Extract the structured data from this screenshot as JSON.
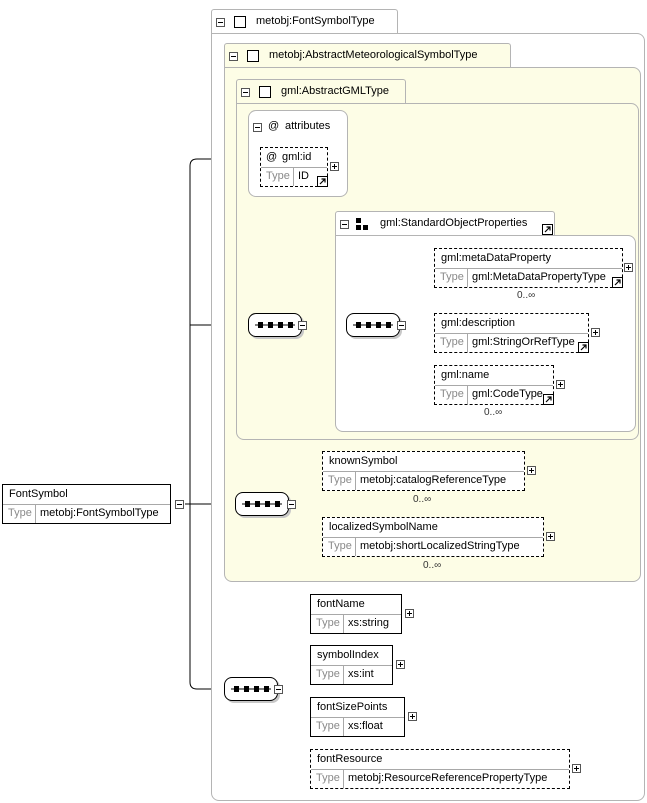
{
  "containers": {
    "font_symbol_type": {
      "title": "metobj:FontSymbolType"
    },
    "abstract_met_type": {
      "title": "metobj:AbstractMeteorologicalSymbolType"
    },
    "abstract_gml_type": {
      "title": "gml:AbstractGMLType"
    },
    "attributes": {
      "title": "attributes",
      "at_symbol": "@"
    },
    "standard_object_properties": {
      "title": "gml:StandardObjectProperties"
    }
  },
  "type_label": "Type",
  "root": {
    "name": "FontSymbol",
    "type": "metobj:FontSymbolType"
  },
  "attribute_gml_id": {
    "at_symbol": "@",
    "name": "gml:id",
    "type": "ID"
  },
  "elements": {
    "meta_data_property": {
      "name": "gml:metaDataProperty",
      "type": "gml:MetaDataPropertyType",
      "cardinality": "0..∞"
    },
    "description": {
      "name": "gml:description",
      "type": "gml:StringOrRefType"
    },
    "gml_name": {
      "name": "gml:name",
      "type": "gml:CodeType",
      "cardinality": "0..∞"
    },
    "known_symbol": {
      "name": "knownSymbol",
      "type": "metobj:catalogReferenceType",
      "cardinality": "0..∞"
    },
    "localized_symbol_name": {
      "name": "localizedSymbolName",
      "type": "metobj:shortLocalizedStringType",
      "cardinality": "0..∞"
    },
    "font_name": {
      "name": "fontName",
      "type": "xs:string"
    },
    "symbol_index": {
      "name": "symbolIndex",
      "type": "xs:int"
    },
    "font_size_points": {
      "name": "fontSizePoints",
      "type": "xs:float"
    },
    "font_resource": {
      "name": "fontResource",
      "type": "metobj:ResourceReferencePropertyType"
    }
  },
  "colors": {
    "abstract_background": "#fdfde6",
    "border": "#b4b4b4",
    "connector": "#000000"
  }
}
